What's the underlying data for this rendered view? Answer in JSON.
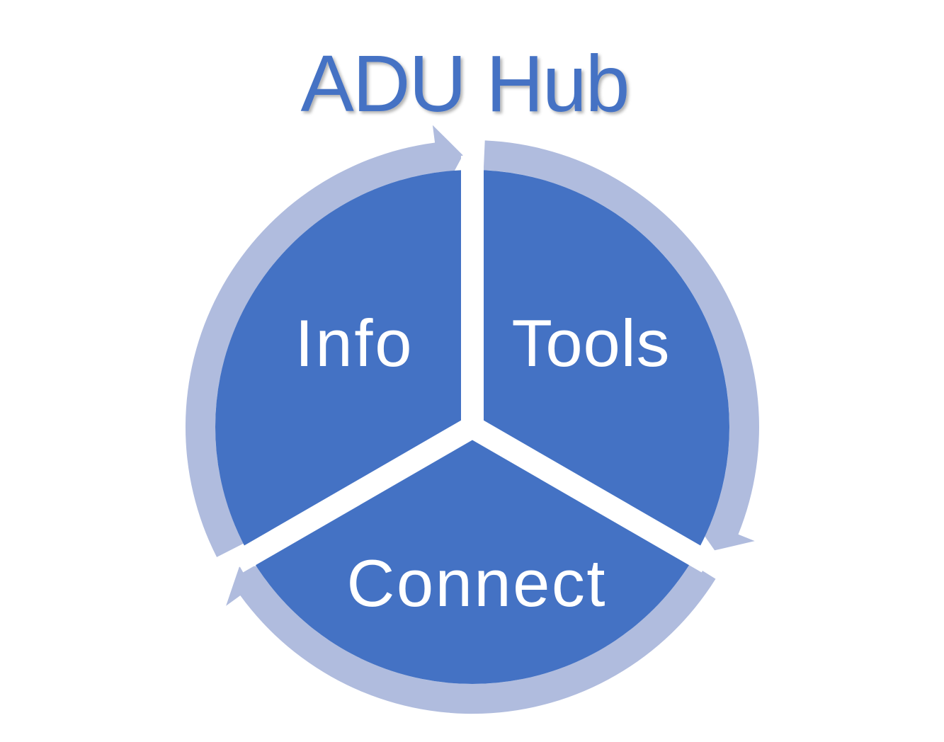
{
  "title": "ADU Hub",
  "segments": [
    {
      "label": "Info"
    },
    {
      "label": "Tools"
    },
    {
      "label": "Connect"
    }
  ],
  "colors": {
    "segment_fill": "#4472C4",
    "ring_fill": "#B0BCDE",
    "title": "#4472C4",
    "background": "#FFFFFF"
  }
}
